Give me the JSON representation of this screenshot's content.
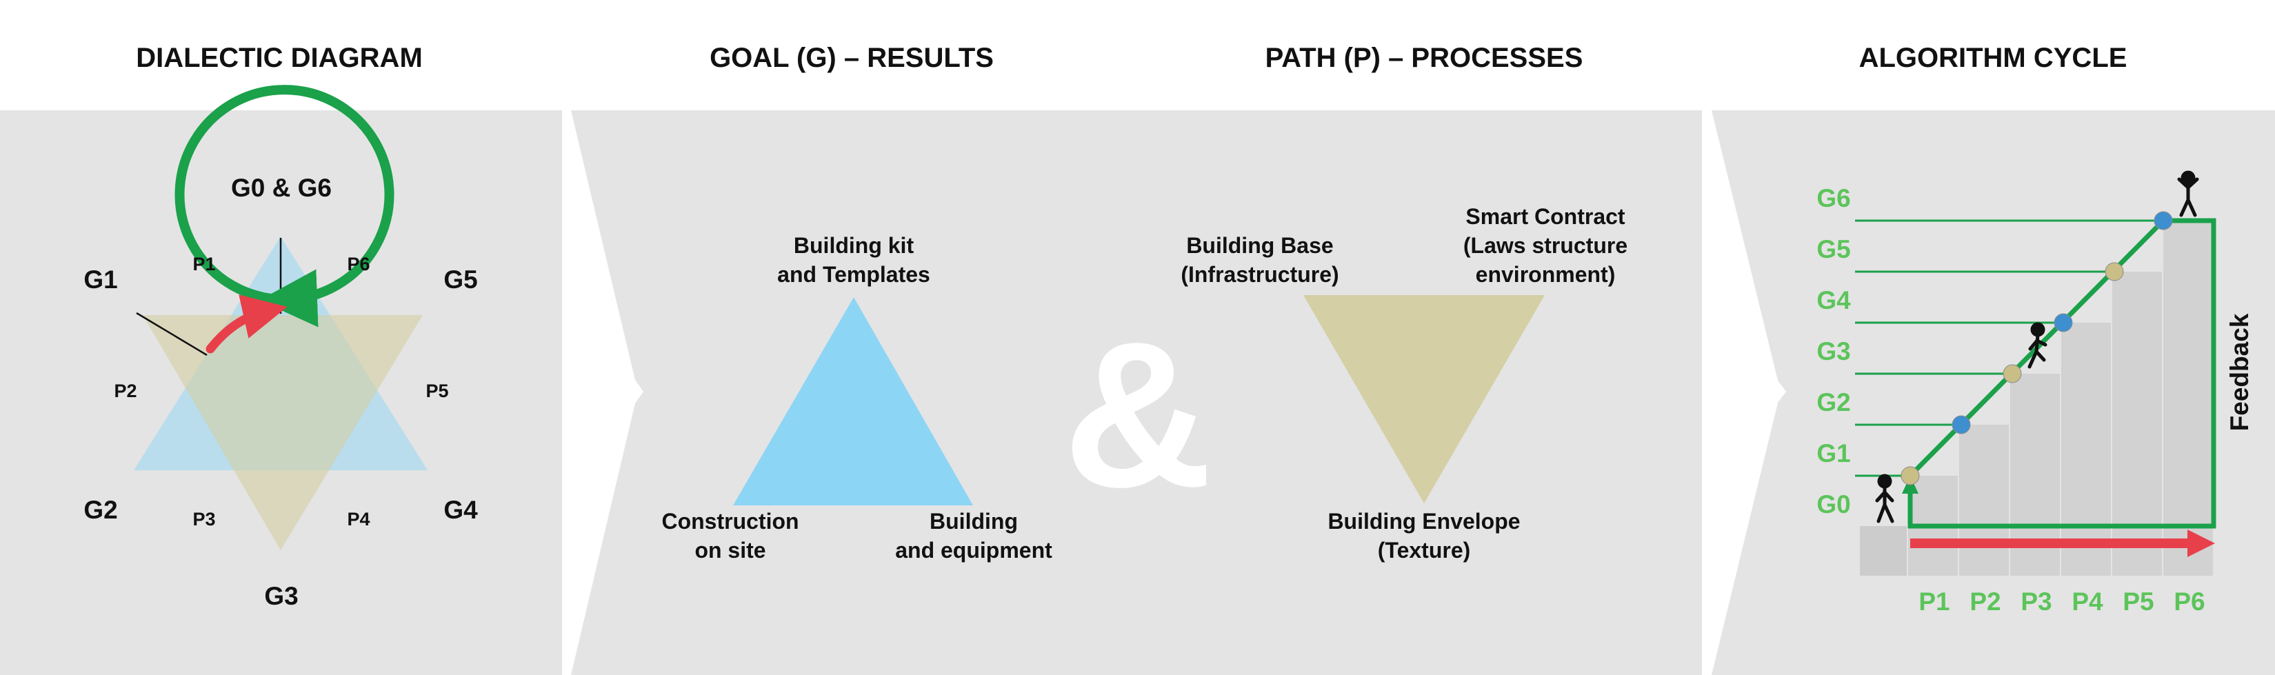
{
  "headers": {
    "dialectic": "DIALECTIC DIAGRAM",
    "goal": "GOAL (G) – RESULTS",
    "path": "PATH (P) – PROCESSES",
    "algorithm": "ALGORITHM CYCLE"
  },
  "dialectic": {
    "top": "G0 & G6",
    "g1": "G1",
    "g5": "G5",
    "g2": "G2",
    "g4": "G4",
    "bottom": "G3",
    "p1": "P1",
    "p6": "P6",
    "p2": "P2",
    "p5": "P5",
    "p3": "P3",
    "p4": "P4"
  },
  "goal": {
    "top_line1": "Building kit",
    "top_line2": "and Templates",
    "left_line1": "Construction",
    "left_line2": "on site",
    "right_line1": "Building",
    "right_line2": "and equipment"
  },
  "ampersand": "&",
  "path": {
    "left_line1": "Building Base",
    "left_line2": "(Infrastructure)",
    "right_line1": "Smart Contract",
    "right_line2": "(Laws structure",
    "right_line3": "environment)",
    "bottom_line1": "Building Envelope",
    "bottom_line2": "(Texture)"
  },
  "algorithm": {
    "g_labels": [
      "G6",
      "G5",
      "G4",
      "G3",
      "G2",
      "G1",
      "G0"
    ],
    "p_labels": [
      "P1",
      "P2",
      "P3",
      "P4",
      "P5",
      "P6"
    ],
    "feedback": "Feedback"
  },
  "colors": {
    "panel_bg": "#e4e4e4",
    "green": "#1aa14a",
    "label_green": "#5cc45a",
    "red": "#e8404a",
    "blue_triangle": "#8dd5f5",
    "tan_triangle": "#d4cfa4",
    "blue_dot": "#3d8fd0",
    "tan_dot": "#c9be85",
    "step_gray": "#cccccc"
  }
}
